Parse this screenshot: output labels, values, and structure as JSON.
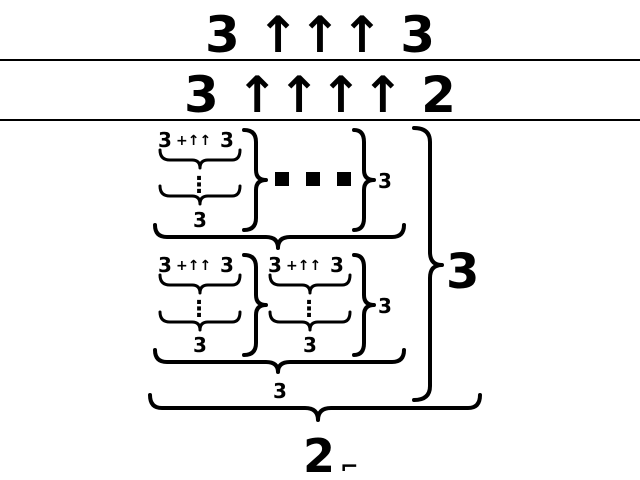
{
  "header": {
    "line1": "3 ↑↑↑ 3",
    "line2": "3 ↑↑↑↑ 2"
  },
  "diagram": {
    "small_base": "3",
    "small_arrow": "+↑↑",
    "small_vdots": "⋮",
    "small_count": "3",
    "row1_ellipsis": "■ ■ ■",
    "row1_group_count": "3",
    "row2_group_count": "3",
    "pair_count": "3",
    "outer_right_count": "3",
    "outer_bottom_count": "2",
    "outer_bottom_suffix": "⌐"
  },
  "colors": {
    "background": "#ffffff",
    "ink": "#000000"
  }
}
